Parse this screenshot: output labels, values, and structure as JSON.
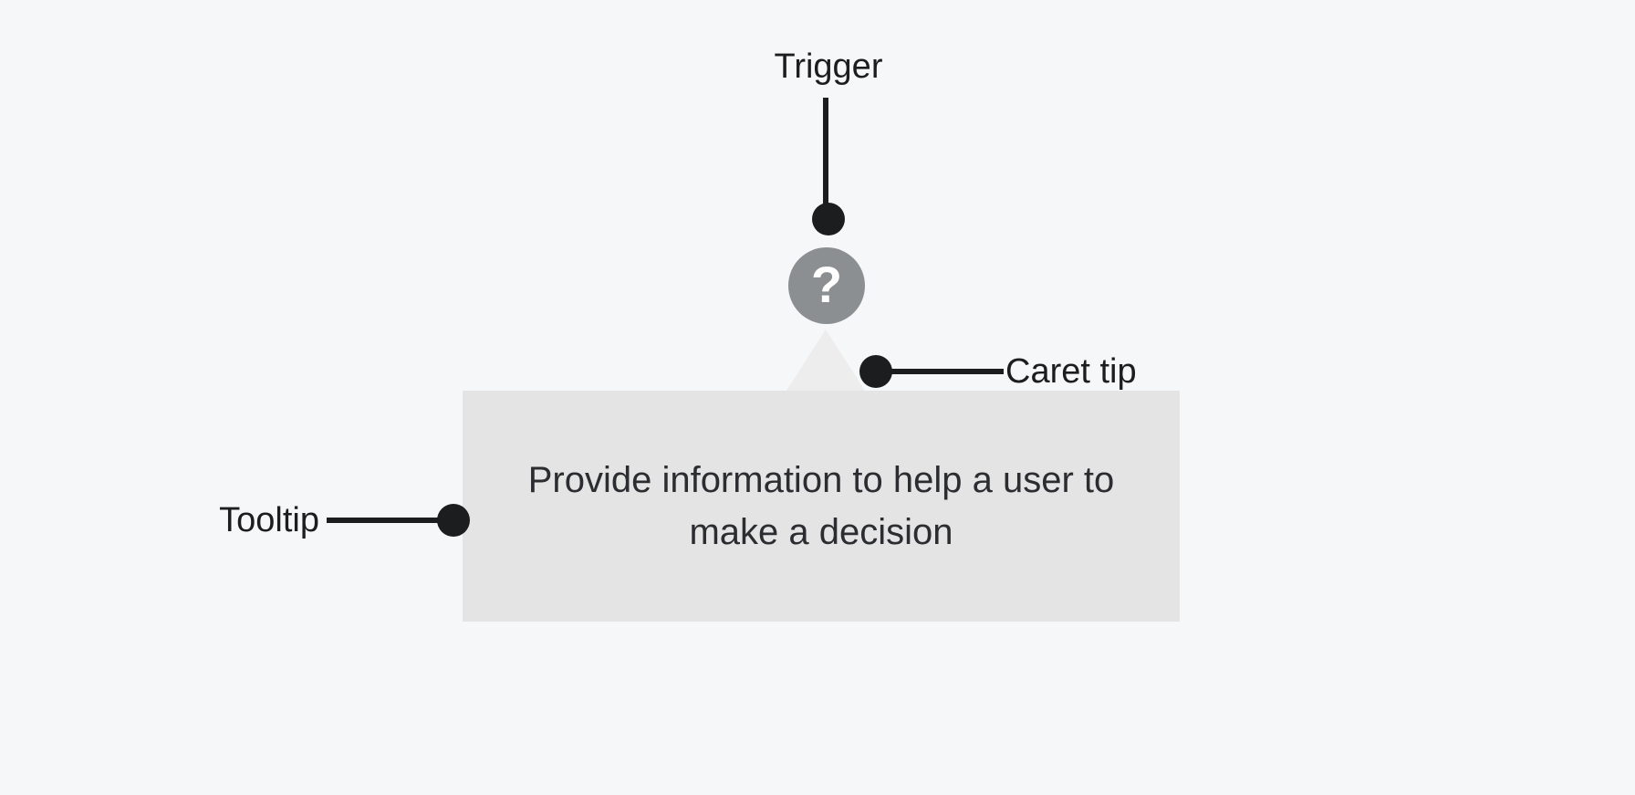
{
  "canvas": {
    "background": "#f5f7f8"
  },
  "colors": {
    "canvas_bg": "#f5f7f8",
    "annotation": "#1b1d1f",
    "tooltip_bg": "#e4e4e5",
    "caret_bg": "#ededee",
    "trigger_icon_bg": "#8c8f92",
    "trigger_icon_glyph": "#ffffff",
    "tooltip_text": "#2b2d30"
  },
  "labels": {
    "trigger": "Trigger",
    "caret_tip": "Caret tip",
    "tooltip": "Tooltip"
  },
  "tooltip": {
    "lines": [
      "Provide information to help a user to",
      "make a decision"
    ],
    "full_text": "Provide information to help a user to make a decision"
  },
  "trigger_icon": {
    "glyph": "?"
  }
}
